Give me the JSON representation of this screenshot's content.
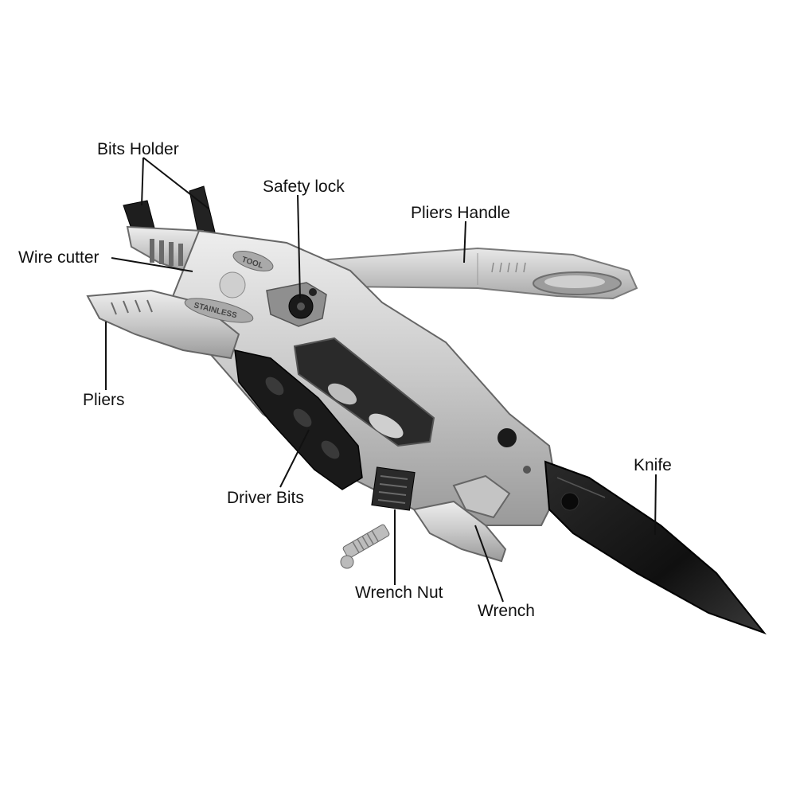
{
  "labels": {
    "bits_holder": "Bits Holder",
    "safety_lock": "Safety lock",
    "pliers_handle": "Pliers Handle",
    "wire_cutter": "Wire cutter",
    "pliers": "Pliers",
    "driver_bits": "Driver Bits",
    "knife": "Knife",
    "wrench_nut": "Wrench Nut",
    "wrench": "Wrench"
  },
  "engraving": {
    "top": "TOOL",
    "bottom": "STAINLESS"
  },
  "colors": {
    "metal_light": "#d9d9d9",
    "metal_mid": "#bdbdbd",
    "metal_dark": "#8a8a8a",
    "black_grip": "#1a1a1a",
    "blade": "#141414",
    "leader": "#111111"
  }
}
